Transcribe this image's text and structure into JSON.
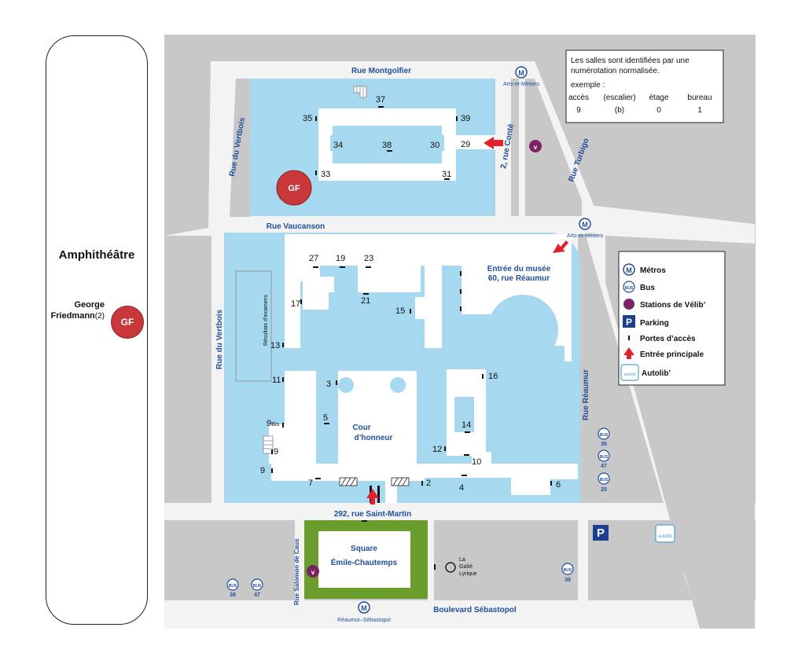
{
  "amphitheatre": {
    "title": "Amphithéâtre",
    "person": "George Friedmann",
    "person_line1": "George",
    "person_line2": "Friedmann",
    "person_note": "(2)",
    "badge": "GF"
  },
  "streets": {
    "montgolfier": "Rue Montgolfier",
    "vertbois_north": "Rue du Vertbois",
    "vertbois_south": "Rue du Vertbois",
    "vaucanson": "Rue Vaucanson",
    "conte": "2, rue Conté",
    "turbigo": "Rue Turbigo",
    "reaumur": "Rue Réaumur",
    "saint_martin": "292, rue Saint-Martin",
    "salomon": "Rue Salomon de Caus",
    "sebastopol": "Boulevard Sébastopol"
  },
  "metros": {
    "arts_metiers_1": "Arts-et-Métiers",
    "arts_metiers_2": "Arts-et-Métiers",
    "reaumur_sebastopol": "Réaumur–Sébastopol",
    "symbol": "M"
  },
  "museum_entrance": {
    "line1": "Entrée du musée",
    "line2": "60, rue Réaumur"
  },
  "cour": {
    "line1": "Cour",
    "line2": "d’honneur"
  },
  "square": {
    "line1": "Square",
    "line2": "Émile-Chautemps"
  },
  "resultats": "Résultats d’examens",
  "gaite": {
    "line1": "La",
    "line2": "Gaîté",
    "line3": "Lyrique"
  },
  "gf_badge": "GF",
  "rooms": {
    "r37": "37",
    "r35": "35",
    "r39": "39",
    "r34": "34",
    "r38": "38",
    "r30": "30",
    "r29": "29",
    "r33": "33",
    "r31": "31",
    "r27": "27",
    "r19": "19",
    "r23": "23",
    "r17": "17",
    "r21": "21",
    "r15": "15",
    "r13": "13",
    "r11": "11",
    "r3": "3",
    "r16": "16",
    "r5": "5",
    "r14": "14",
    "r9bis": "9",
    "r9bis_suffix": "Bis",
    "r9a": "9",
    "r9b": "9",
    "r12": "12",
    "r10": "10",
    "r7": "7",
    "r2": "2",
    "r4": "4",
    "r6": "6"
  },
  "bus": {
    "symbol": "BUS",
    "l38": "38",
    "l47": "47",
    "l20": "20",
    "b38": "38",
    "b47": "47",
    "l39": "39"
  },
  "parking_symbol": "P",
  "autolib_symbol": "autolib",
  "info_box": {
    "line1": "Les salles sont identifiées par une",
    "line2": "numérotation normalisée.",
    "line3": "exemple :",
    "headers": [
      "accès",
      "(escalier)",
      "étage",
      "bureau"
    ],
    "values": [
      "9",
      "(b)",
      "0",
      "1"
    ]
  },
  "legend": {
    "metros": "Métros",
    "bus": "Bus",
    "velib": "Stations de Vélib’",
    "parking": "Parking",
    "doors": "Portes d’accès",
    "main_entrance": "Entrée principale",
    "autolib": "Autolib’"
  },
  "colors": {
    "road": "#c8c8c8",
    "street": "#f2f2f2",
    "building": "#a6d8f0",
    "label_blue": "#1f4e9c",
    "velib": "#7b2366",
    "arrow": "#e3202b",
    "gf": "#c8373a",
    "square": "#6a9d2c",
    "parking": "#1c3f8f"
  }
}
